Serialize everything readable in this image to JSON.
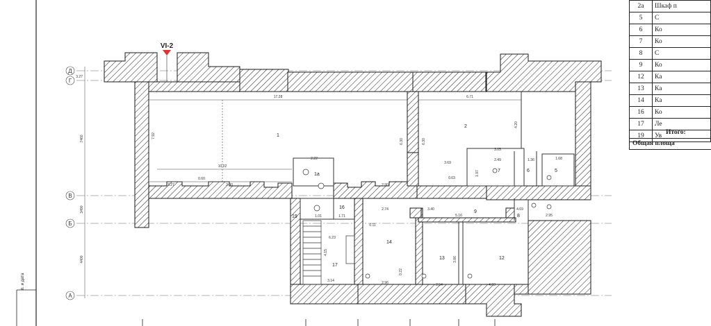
{
  "section_mark": "VI-2",
  "axes": {
    "rows": [
      "Д",
      "Г",
      "В",
      "Б",
      "А"
    ],
    "dims": [
      "3.27",
      "7460",
      "3490",
      "4400"
    ]
  },
  "rooms": [
    "1",
    "2",
    "1a",
    "16",
    "19",
    "14",
    "6",
    "7",
    "5",
    "8",
    "13",
    "12",
    "17",
    "9"
  ],
  "dimensions": [
    "17.28",
    "6.71",
    "7.92",
    "6.30",
    "6.30",
    "4.20",
    "10.02",
    "3.27",
    "0.60",
    "2.90",
    "2.90",
    "2.22",
    "3.69",
    "3.05",
    "2.49",
    "1.36",
    "1.68",
    "4.69",
    "2.95",
    "5.16",
    "3.40",
    "2.74",
    "2.96",
    "2.54",
    "4.03",
    "3.14",
    "1.71",
    "1.01",
    "0.22",
    "0.63",
    "0.11",
    "6.23",
    "4.15",
    "3.86",
    "1.97"
  ],
  "legend": {
    "rows": [
      {
        "num": "2a",
        "name": "Шкаф п"
      },
      {
        "num": "5",
        "name": "С"
      },
      {
        "num": "6",
        "name": "Ко"
      },
      {
        "num": "7",
        "name": "Ко"
      },
      {
        "num": "8",
        "name": "С"
      },
      {
        "num": "9",
        "name": "Ко"
      },
      {
        "num": "12",
        "name": "Ка"
      },
      {
        "num": "13",
        "name": "Ка"
      },
      {
        "num": "14",
        "name": "Ка"
      },
      {
        "num": "16",
        "name": "Ко"
      },
      {
        "num": "17",
        "name": "Ле"
      },
      {
        "num": "19",
        "name": "Ув"
      }
    ],
    "total_label": "Итого:",
    "area_label": "Общая площа"
  },
  "stamp_text": "п. и дата"
}
